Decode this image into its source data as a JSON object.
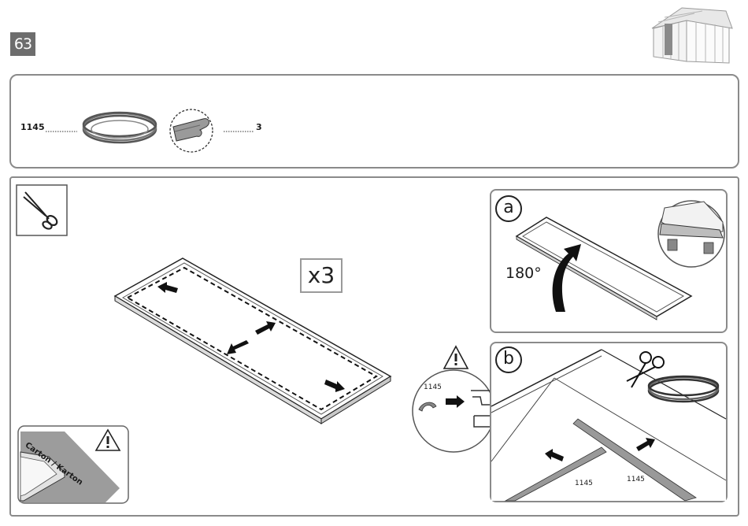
{
  "step_number": "63",
  "parts": {
    "profile_number": "1145",
    "quantity": "3"
  },
  "main": {
    "multiplier": "x3",
    "carton_label": "Carton / Karton"
  },
  "detail_a": {
    "letter": "a",
    "rotation": "180°"
  },
  "detail_b": {
    "letter": "b",
    "callout_number": "1145",
    "profile_label_left": "1145",
    "profile_label_right": "1145"
  },
  "icons": [
    "shed-thumbnail-icon",
    "scissors-icon",
    "warning-icon",
    "rotate-arrow-icon",
    "arrow-icon",
    "rubber-seal-roll-icon",
    "magnifier-detail-icon"
  ]
}
